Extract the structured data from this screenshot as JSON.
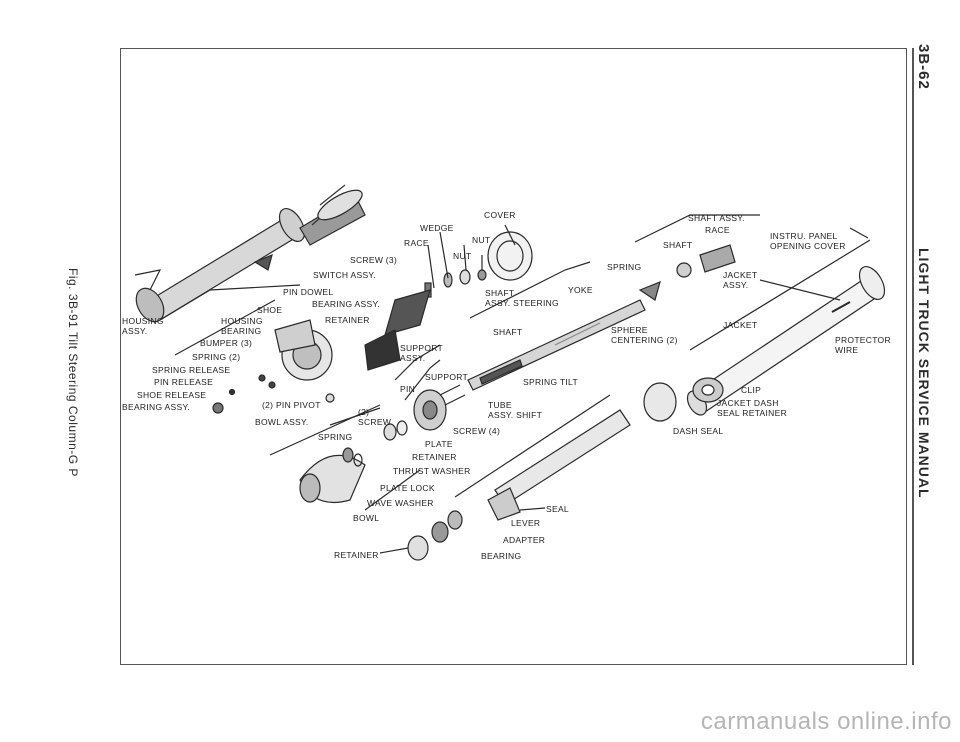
{
  "page_number": "3B-62",
  "section_title": "LIGHT TRUCK SERVICE MANUAL",
  "figure_caption": "Fig. 3B-91  Tilt Steering Column-G P",
  "labels": {
    "cover": "COVER",
    "wedge": "WEDGE",
    "nut_1": "NUT",
    "race_1": "RACE",
    "nut_2": "NUT",
    "screw_3": "SCREW (3)",
    "switch_assy": "SWITCH ASSY.",
    "pin_dowel": "PIN DOWEL",
    "bearing_assy_1": "BEARING ASSY.",
    "retainer_1": "RETAINER",
    "shoe": "SHOE",
    "housing_assy": "HOUSING\nASSY.",
    "housing_bearing": "HOUSING\nBEARING",
    "bumper_3": "BUMPER (3)",
    "spring_2": "SPRING (2)",
    "spring_release": "SPRING RELEASE",
    "pin_release": "PIN RELEASE",
    "shoe_release": "SHOE RELEASE",
    "bearing_assy_2": "BEARING ASSY.",
    "pin_pivot_2": "(2) PIN PIVOT",
    "bowl_assy": "BOWL ASSY.",
    "support_assy": "SUPPORT\nASSY.",
    "support": "SUPPORT",
    "pin": "PIN",
    "screw_2": "(2)\nSCREW",
    "spring_1": "SPRING",
    "plate": "PLATE",
    "retainer_2": "RETAINER",
    "thrust_washer": "THRUST WASHER",
    "plate_lock": "PLATE LOCK",
    "wave_washer": "WAVE WASHER",
    "bowl": "BOWL",
    "screw_4": "SCREW (4)",
    "tube_assy_shift": "TUBE\nASSY. SHIFT",
    "spring_tilt": "SPRING TILT",
    "shaft_assy_steering": "SHAFT\nASSY. STEERING",
    "shaft_1": "SHAFT",
    "yoke": "YOKE",
    "spring_3": "SPRING",
    "sphere_centering": "SPHERE\nCENTERING (2)",
    "shaft_assy": "SHAFT ASSY.",
    "race_2": "RACE",
    "shaft_2": "SHAFT",
    "instru_panel": "INSTRU. PANEL\nOPENING COVER",
    "jacket_assy": "JACKET\nASSY.",
    "jacket": "JACKET",
    "protector_wire": "PROTECTOR\nWIRE",
    "clip": "CLIP",
    "jacket_dash_seal_retainer": "JACKET DASH\nSEAL RETAINER",
    "dash_seal": "DASH SEAL",
    "seal": "SEAL",
    "lever": "LEVER",
    "adapter": "ADAPTER",
    "bearing": "BEARING",
    "retainer_3": "RETAINER"
  },
  "watermark": "carmanuals online.info"
}
